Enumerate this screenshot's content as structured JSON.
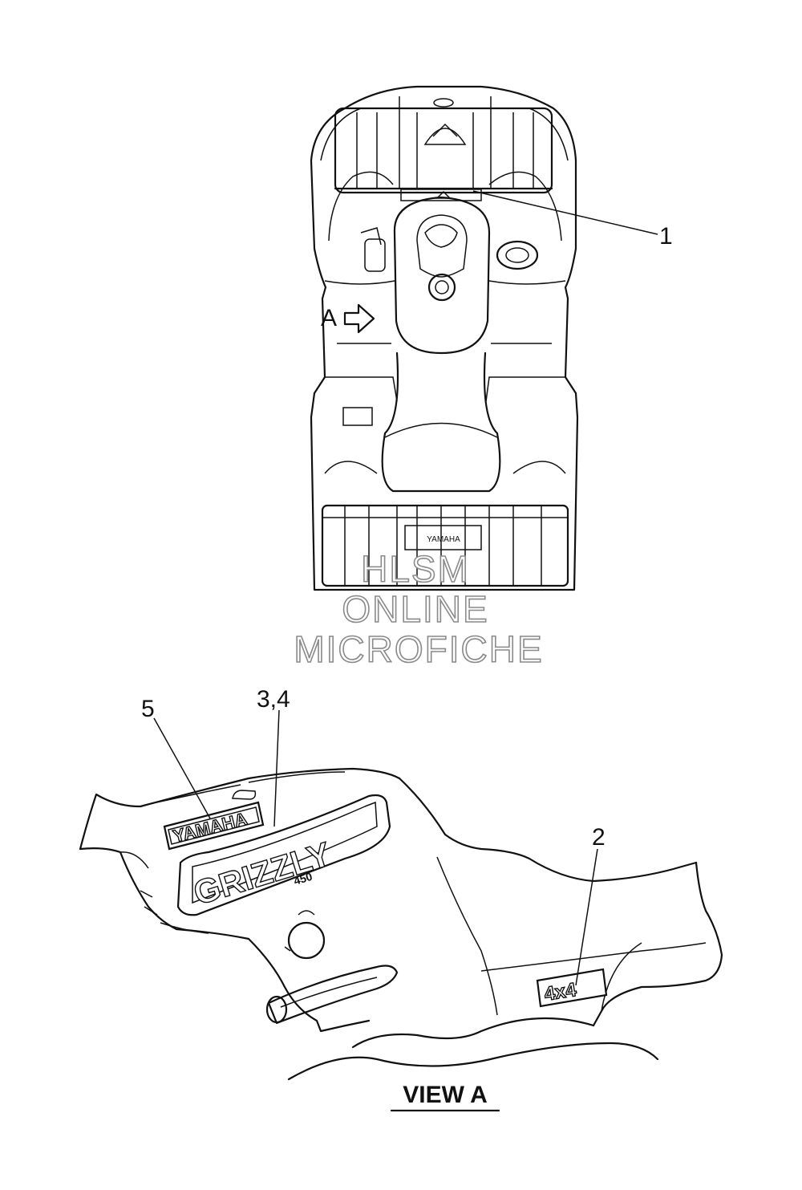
{
  "callouts": {
    "c1": "1",
    "c2": "2",
    "c34": "3,4",
    "c5": "5"
  },
  "view_arrow_label": "A",
  "view_caption": "VIEW A",
  "watermark": {
    "line1": "HLSM",
    "line2": "ONLINE",
    "line3": "MICROFICHE"
  },
  "decals": {
    "yamaha": "YAMAHA",
    "grizzly": "GRIZZLY",
    "grizzly_model": "450",
    "four_by_four": "4x4",
    "rear_small": "YAMAHA"
  }
}
